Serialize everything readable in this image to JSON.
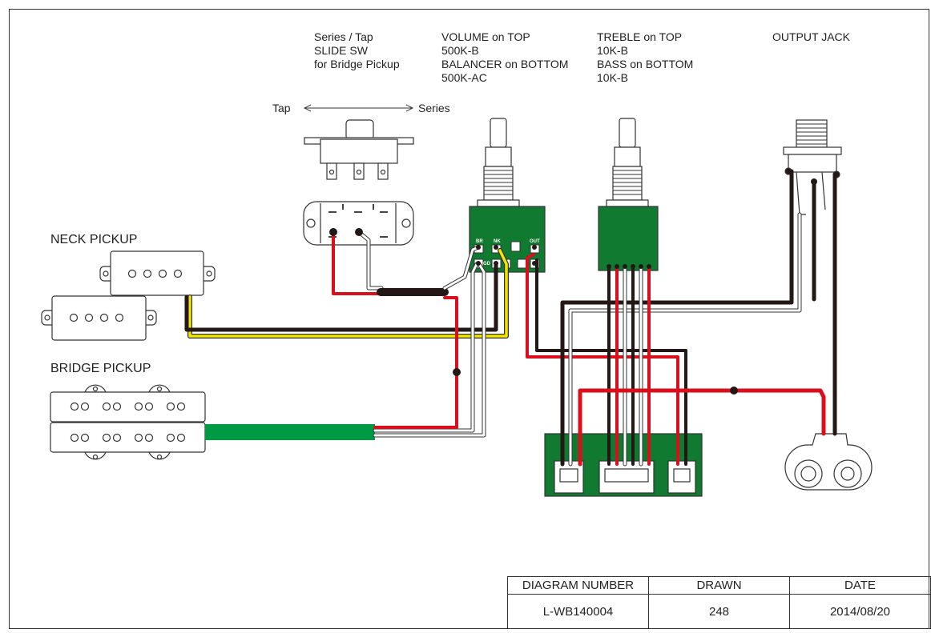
{
  "labels": {
    "switch": [
      "Series / Tap",
      "SLIDE SW",
      "for Bridge Pickup"
    ],
    "volume": [
      "VOLUME on TOP",
      "500K-B",
      "BALANCER on BOTTOM",
      "500K-AC"
    ],
    "tone": [
      "TREBLE on TOP",
      "10K-B",
      "BASS on BOTTOM",
      "10K-B"
    ],
    "jack": "OUTPUT JACK",
    "tap": "Tap",
    "series": "Series",
    "neck_pickup": "NECK PICKUP",
    "bridge_pickup": "BRIDGE PICKUP",
    "pot_pads": [
      "BR",
      "NK",
      "OUT",
      "GD"
    ]
  },
  "title_block": {
    "headers": [
      "DIAGRAM NUMBER",
      "DRAWN",
      "DATE"
    ],
    "values": [
      "L-WB140004",
      "248",
      "2014/08/20"
    ]
  },
  "colors": {
    "wire_red": "#d9101b",
    "wire_black": "#231815",
    "wire_white": "#ffffff",
    "wire_yellow": "#f2e600",
    "wire_green": "#009944",
    "pcb_green": "#0f7a30",
    "outline": "#333333"
  }
}
